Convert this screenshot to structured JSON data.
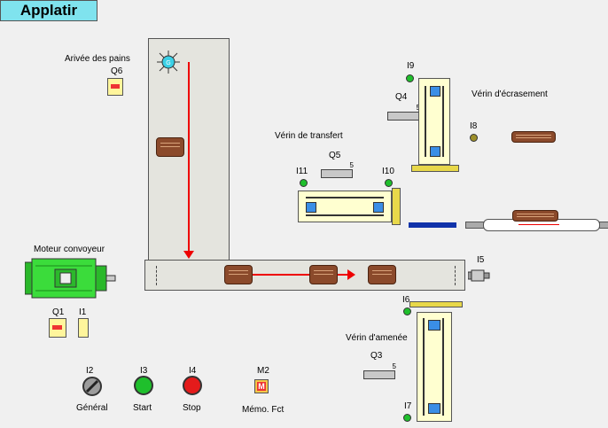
{
  "title": "Applatir",
  "labels": {
    "arrivee": "Arivée des pains",
    "q6": "Q6",
    "moteur": "Moteur convoyeur",
    "q1": "Q1",
    "i1": "I1",
    "verin_transfert": "Vérin de transfert",
    "q5": "Q5",
    "i11": "I11",
    "i10": "I10",
    "i9": "I9",
    "q4": "Q4",
    "verin_ecrasement": "Vérin d'écrasement",
    "i8": "I8",
    "i5": "I5",
    "i6": "I6",
    "verin_amenee": "Vérin d'amenée",
    "q3": "Q3",
    "i7": "I7",
    "i2": "I2",
    "general": "Général",
    "i3": "I3",
    "start": "Start",
    "i4": "I4",
    "stop": "Stop",
    "m2": "M2",
    "memo": "Mémo. Fct",
    "s5": "5"
  },
  "colors": {
    "title_bg": "#7fe3ee",
    "conveyor": "#e4e4de",
    "motor": "#3bdc3b",
    "led_on": "#1fbf2c",
    "arrow": "#e00000",
    "bread": "#8b4a2b",
    "start_button": "#1fbf2c",
    "stop_button": "#e41b1b"
  }
}
